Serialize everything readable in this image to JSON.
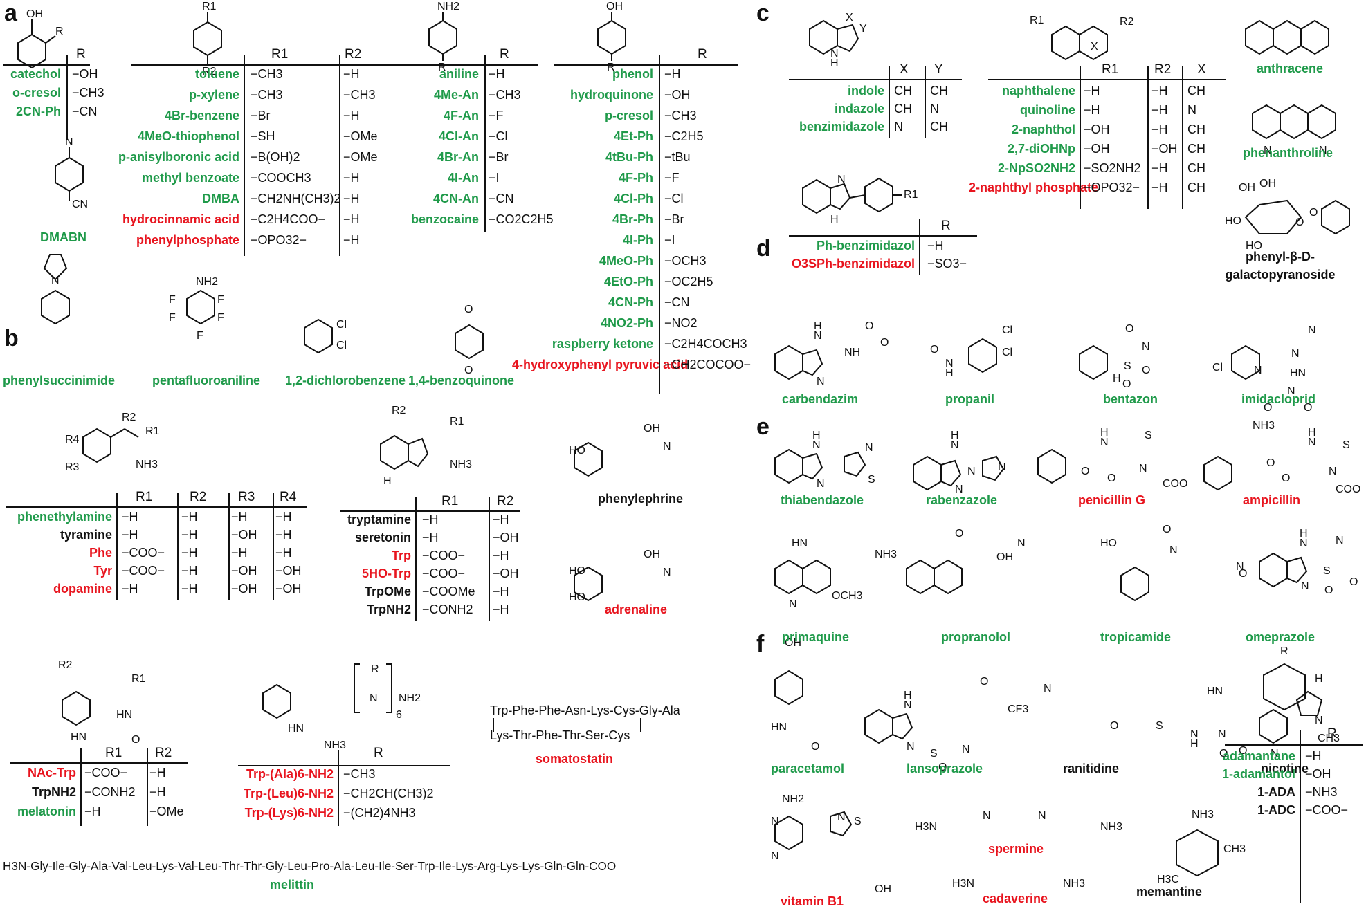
{
  "panels": [
    "a",
    "b",
    "c",
    "d",
    "e",
    "f"
  ],
  "a": {
    "catechol_table": {
      "header": [
        "R"
      ],
      "rows": [
        {
          "name": "catechol",
          "r": "−OH",
          "color": "green"
        },
        {
          "name": "o-cresol",
          "r": "−CH3",
          "color": "green"
        },
        {
          "name": "2CN-Ph",
          "r": "−CN",
          "color": "green"
        }
      ]
    },
    "standalone": {
      "dmabn": "DMABN",
      "phenylsuccinimide": "phenylsuccinimide",
      "pentafluoroaniline": "pentafluoroaniline",
      "dichlorobenzene": "1,2-dichlorobenzene",
      "benzoquinone": "1,4-benzoquinone"
    },
    "benzene_table": {
      "header": [
        "R1",
        "R2"
      ],
      "rows": [
        {
          "name": "toluene",
          "r1": "−CH3",
          "r2": "−H",
          "color": "green"
        },
        {
          "name": "p-xylene",
          "r1": "−CH3",
          "r2": "−CH3",
          "color": "green"
        },
        {
          "name": "4Br-benzene",
          "r1": "−Br",
          "r2": "−H",
          "color": "green"
        },
        {
          "name": "4MeO-thiophenol",
          "r1": "−SH",
          "r2": "−OMe",
          "color": "green"
        },
        {
          "name": "p-anisylboronic acid",
          "r1": "−B(OH)2",
          "r2": "−OMe",
          "color": "green"
        },
        {
          "name": "methyl benzoate",
          "r1": "−COOCH3",
          "r2": "−H",
          "color": "green"
        },
        {
          "name": "DMBA",
          "r1": "−CH2NH(CH3)2",
          "r2": "−H",
          "color": "green"
        },
        {
          "name": "hydrocinnamic acid",
          "r1": "−C2H4COO−",
          "r2": "−H",
          "color": "red"
        },
        {
          "name": "phenylphosphate",
          "r1": "−OPO32−",
          "r2": "−H",
          "color": "red"
        }
      ]
    },
    "aniline_table": {
      "header": [
        "R"
      ],
      "rows": [
        {
          "name": "aniline",
          "r": "−H",
          "color": "green"
        },
        {
          "name": "4Me-An",
          "r": "−CH3",
          "color": "green"
        },
        {
          "name": "4F-An",
          "r": "−F",
          "color": "green"
        },
        {
          "name": "4Cl-An",
          "r": "−Cl",
          "color": "green"
        },
        {
          "name": "4Br-An",
          "r": "−Br",
          "color": "green"
        },
        {
          "name": "4I-An",
          "r": "−I",
          "color": "green"
        },
        {
          "name": "4CN-An",
          "r": "−CN",
          "color": "green"
        },
        {
          "name": "benzocaine",
          "r": "−CO2C2H5",
          "color": "green"
        }
      ]
    },
    "phenol_table": {
      "header": [
        "R"
      ],
      "rows": [
        {
          "name": "phenol",
          "r": "−H",
          "color": "green"
        },
        {
          "name": "hydroquinone",
          "r": "−OH",
          "color": "green"
        },
        {
          "name": "p-cresol",
          "r": "−CH3",
          "color": "green"
        },
        {
          "name": "4Et-Ph",
          "r": "−C2H5",
          "color": "green"
        },
        {
          "name": "4tBu-Ph",
          "r": "−tBu",
          "color": "green"
        },
        {
          "name": "4F-Ph",
          "r": "−F",
          "color": "green"
        },
        {
          "name": "4Cl-Ph",
          "r": "−Cl",
          "color": "green"
        },
        {
          "name": "4Br-Ph",
          "r": "−Br",
          "color": "green"
        },
        {
          "name": "4I-Ph",
          "r": "−I",
          "color": "green"
        },
        {
          "name": "4MeO-Ph",
          "r": "−OCH3",
          "color": "green"
        },
        {
          "name": "4EtO-Ph",
          "r": "−OC2H5",
          "color": "green"
        },
        {
          "name": "4CN-Ph",
          "r": "−CN",
          "color": "green"
        },
        {
          "name": "4NO2-Ph",
          "r": "−NO2",
          "color": "green"
        },
        {
          "name": "raspberry ketone",
          "r": "−C2H4COCH3",
          "color": "green"
        },
        {
          "name": "4-hydroxyphenyl pyruvic acid",
          "r": "−CH2COCOO−",
          "color": "red"
        }
      ]
    }
  },
  "b": {
    "phenethyl_table": {
      "header": [
        "R1",
        "R2",
        "R3",
        "R4"
      ],
      "rows": [
        {
          "name": "phenethylamine",
          "v": [
            "−H",
            "−H",
            "−H",
            "−H"
          ],
          "color": "green"
        },
        {
          "name": "tyramine",
          "v": [
            "−H",
            "−H",
            "−OH",
            "−H"
          ],
          "color": "black"
        },
        {
          "name": "Phe",
          "v": [
            "−COO−",
            "−H",
            "−H",
            "−H"
          ],
          "color": "red"
        },
        {
          "name": "Tyr",
          "v": [
            "−COO−",
            "−H",
            "−OH",
            "−OH"
          ],
          "color": "red"
        },
        {
          "name": "dopamine",
          "v": [
            "−H",
            "−H",
            "−OH",
            "−OH"
          ],
          "color": "red"
        }
      ]
    },
    "tryptamine_table": {
      "header": [
        "R1",
        "R2"
      ],
      "rows": [
        {
          "name": "tryptamine",
          "v": [
            "−H",
            "−H"
          ],
          "color": "black"
        },
        {
          "name": "seretonin",
          "v": [
            "−H",
            "−OH"
          ],
          "color": "black"
        },
        {
          "name": "Trp",
          "v": [
            "−COO−",
            "−H"
          ],
          "color": "red"
        },
        {
          "name": "5HO-Trp",
          "v": [
            "−COO−",
            "−OH"
          ],
          "color": "red"
        },
        {
          "name": "TrpOMe",
          "v": [
            "−COOMe",
            "−H"
          ],
          "color": "black"
        },
        {
          "name": "TrpNH2",
          "v": [
            "−CONH2",
            "−H"
          ],
          "color": "black"
        }
      ]
    },
    "phenylephrine": "phenylephrine",
    "adrenaline": "adrenaline",
    "nac_table": {
      "header": [
        "R1",
        "R2"
      ],
      "rows": [
        {
          "name": "NAc-Trp",
          "v": [
            "−COO−",
            "−H"
          ],
          "color": "red"
        },
        {
          "name": "TrpNH2",
          "v": [
            "−CONH2",
            "−H"
          ],
          "color": "black"
        },
        {
          "name": "melatonin",
          "v": [
            "−H",
            "−OMe"
          ],
          "color": "green"
        }
      ]
    },
    "peptide_table": {
      "header": [
        "R"
      ],
      "rows": [
        {
          "name": "Trp-(Ala)6-NH2",
          "r": "−CH3",
          "color": "red"
        },
        {
          "name": "Trp-(Leu)6-NH2",
          "r": "−CH2CH(CH3)2",
          "color": "red"
        },
        {
          "name": "Trp-(Lys)6-NH2",
          "r": "−(CH2)4NH3",
          "color": "red"
        }
      ]
    },
    "somatostatin_line1": "Trp-Phe-Phe-Asn-Lys-Cys-Gly-Ala",
    "somatostatin_line2": "Lys-Thr-Phe-Thr-Ser-Cys",
    "somatostatin": "somatostatin",
    "melittin_seq": "H3N-Gly-Ile-Gly-Ala-Val-Leu-Lys-Val-Leu-Thr-Thr-Gly-Leu-Pro-Ala-Leu-Ile-Ser-Trp-Ile-Lys-Arg-Lys-Lys-Gln-Gln-COO",
    "melittin": "melittin"
  },
  "c": {
    "indole_table": {
      "header": [
        "X",
        "Y"
      ],
      "rows": [
        {
          "name": "indole",
          "v": [
            "CH",
            "CH"
          ],
          "color": "green"
        },
        {
          "name": "indazole",
          "v": [
            "CH",
            "N"
          ],
          "color": "green"
        },
        {
          "name": "benzimidazole",
          "v": [
            "N",
            "CH"
          ],
          "color": "green"
        }
      ]
    },
    "naph_table": {
      "header": [
        "R1",
        "R2",
        "X"
      ],
      "rows": [
        {
          "name": "naphthalene",
          "v": [
            "−H",
            "−H",
            "CH"
          ],
          "color": "green"
        },
        {
          "name": "quinoline",
          "v": [
            "−H",
            "−H",
            "N"
          ],
          "color": "green"
        },
        {
          "name": "2-naphthol",
          "v": [
            "−OH",
            "−H",
            "CH"
          ],
          "color": "green"
        },
        {
          "name": "2,7-diOHNp",
          "v": [
            "−OH",
            "−OH",
            "CH"
          ],
          "color": "green"
        },
        {
          "name": "2-NpSO2NH2",
          "v": [
            "−SO2NH2",
            "−H",
            "CH"
          ],
          "color": "green"
        },
        {
          "name": "2-naphthyl phosphate",
          "v": [
            "−OPO32−",
            "−H",
            "CH"
          ],
          "color": "red"
        }
      ]
    },
    "benzimidazol_table": {
      "header": [
        "R"
      ],
      "rows": [
        {
          "name": "Ph-benzimidazol",
          "r": "−H",
          "color": "green"
        },
        {
          "name": "O3SPh-benzimidazol",
          "r": "−SO3−",
          "color": "red"
        }
      ]
    },
    "anthracene": "anthracene",
    "phenanthroline": "phenanthroline",
    "galacto": "phenyl-β-D-galactopyranoside"
  },
  "d": {
    "names": [
      {
        "name": "carbendazim",
        "color": "green"
      },
      {
        "name": "propanil",
        "color": "green"
      },
      {
        "name": "bentazon",
        "color": "green"
      },
      {
        "name": "imidacloprid",
        "color": "green"
      },
      {
        "name": "thiabendazole",
        "color": "green"
      },
      {
        "name": "rabenzazole",
        "color": "green"
      },
      {
        "name": "penicillin G",
        "color": "red"
      },
      {
        "name": "ampicillin",
        "color": "red"
      }
    ]
  },
  "e": {
    "names": [
      {
        "name": "primaquine",
        "color": "green"
      },
      {
        "name": "propranolol",
        "color": "green"
      },
      {
        "name": "tropicamide",
        "color": "green"
      },
      {
        "name": "omeprazole",
        "color": "green"
      },
      {
        "name": "paracetamol",
        "color": "green"
      },
      {
        "name": "lansoprazole",
        "color": "green"
      },
      {
        "name": "ranitidine",
        "color": "black"
      },
      {
        "name": "nicotine",
        "color": "black"
      }
    ]
  },
  "f": {
    "vitamin": "vitamin B1",
    "spermine": "spermine",
    "cadaverine": "cadaverine",
    "memantine": "memantine",
    "adamantane_table": {
      "header": [
        "R"
      ],
      "rows": [
        {
          "name": "adamantane",
          "r": "−H",
          "color": "green"
        },
        {
          "name": "1-adamantol",
          "r": "−OH",
          "color": "green"
        },
        {
          "name": "1-ADA",
          "r": "−NH3",
          "color": "black"
        },
        {
          "name": "1-ADC",
          "r": "−COO−",
          "color": "black"
        }
      ]
    }
  },
  "colors": {
    "green": "#1f9a4a",
    "red": "#e8141e",
    "black": "#111111"
  }
}
